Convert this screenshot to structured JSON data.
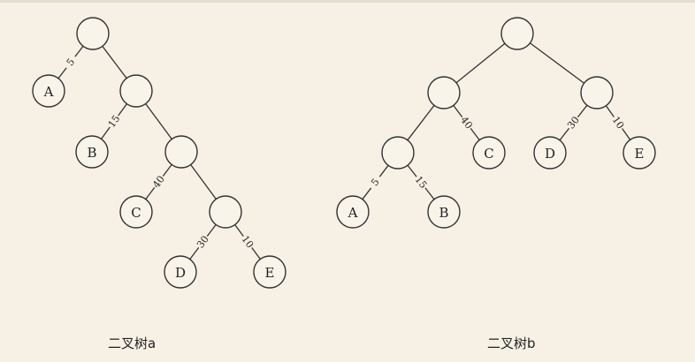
{
  "trees": [
    {
      "caption": "二叉树a",
      "nodes": [
        {
          "id": "a0",
          "label": ""
        },
        {
          "id": "a1",
          "label": ""
        },
        {
          "id": "a2",
          "label": ""
        },
        {
          "id": "a3",
          "label": ""
        },
        {
          "id": "A",
          "label": "A"
        },
        {
          "id": "B",
          "label": "B"
        },
        {
          "id": "C",
          "label": "C"
        },
        {
          "id": "D",
          "label": "D"
        },
        {
          "id": "E",
          "label": "E"
        }
      ],
      "edges": [
        {
          "from": "a0",
          "to": "A",
          "weight": "5"
        },
        {
          "from": "a0",
          "to": "a1",
          "weight": ""
        },
        {
          "from": "a1",
          "to": "B",
          "weight": "15"
        },
        {
          "from": "a1",
          "to": "a2",
          "weight": ""
        },
        {
          "from": "a2",
          "to": "C",
          "weight": "40"
        },
        {
          "from": "a2",
          "to": "a3",
          "weight": ""
        },
        {
          "from": "a3",
          "to": "D",
          "weight": "30"
        },
        {
          "from": "a3",
          "to": "E",
          "weight": "10"
        }
      ]
    },
    {
      "caption": "二叉树b",
      "nodes": [
        {
          "id": "b0",
          "label": ""
        },
        {
          "id": "b1",
          "label": ""
        },
        {
          "id": "b2",
          "label": ""
        },
        {
          "id": "b3",
          "label": ""
        },
        {
          "id": "A",
          "label": "A"
        },
        {
          "id": "B",
          "label": "B"
        },
        {
          "id": "C",
          "label": "C"
        },
        {
          "id": "D",
          "label": "D"
        },
        {
          "id": "E",
          "label": "E"
        }
      ],
      "edges": [
        {
          "from": "b0",
          "to": "b1",
          "weight": ""
        },
        {
          "from": "b0",
          "to": "b2",
          "weight": ""
        },
        {
          "from": "b1",
          "to": "b3",
          "weight": ""
        },
        {
          "from": "b1",
          "to": "C",
          "weight": "40"
        },
        {
          "from": "b3",
          "to": "A",
          "weight": "5"
        },
        {
          "from": "b3",
          "to": "B",
          "weight": "15"
        },
        {
          "from": "b2",
          "to": "D",
          "weight": "30"
        },
        {
          "from": "b2",
          "to": "E",
          "weight": "10"
        }
      ]
    }
  ]
}
